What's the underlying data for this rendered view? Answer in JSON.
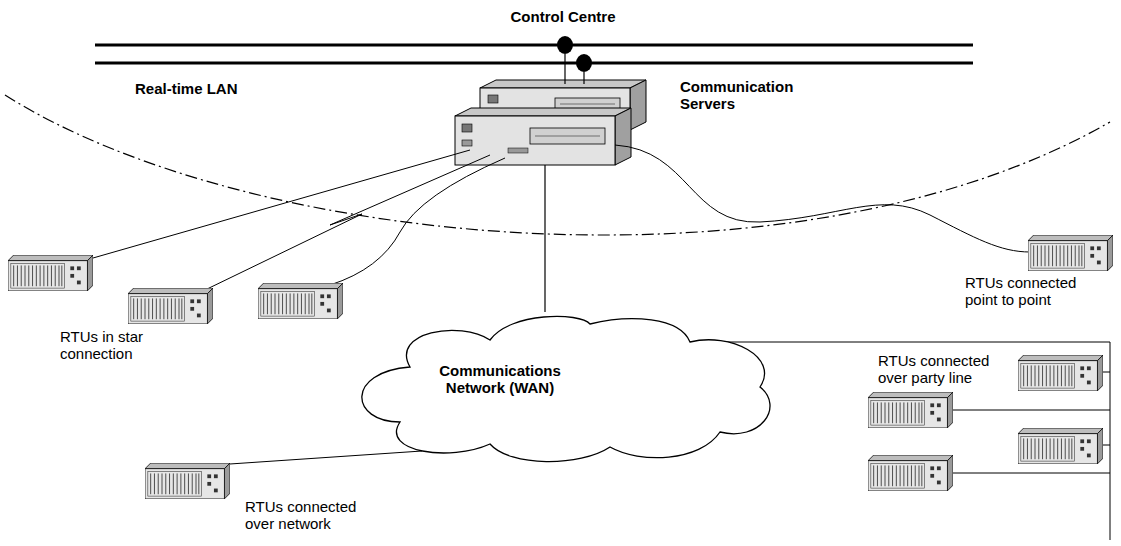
{
  "diagram": {
    "nodes": [
      {
        "text": [
          "Communication Servers"
        ]
      },
      {
        "text": [
          "Communications Network (WAN)"
        ]
      }
    ],
    "edges": [
      {
        "from": 0,
        "to": 1,
        "arrow": "none"
      }
    ],
    "labels": [
      "Control Centre",
      "Real-time LAN",
      "RTUs in star connection",
      "RTUs connected point to point",
      "RTUs connected over party line",
      "RTUs connected over network"
    ]
  }
}
